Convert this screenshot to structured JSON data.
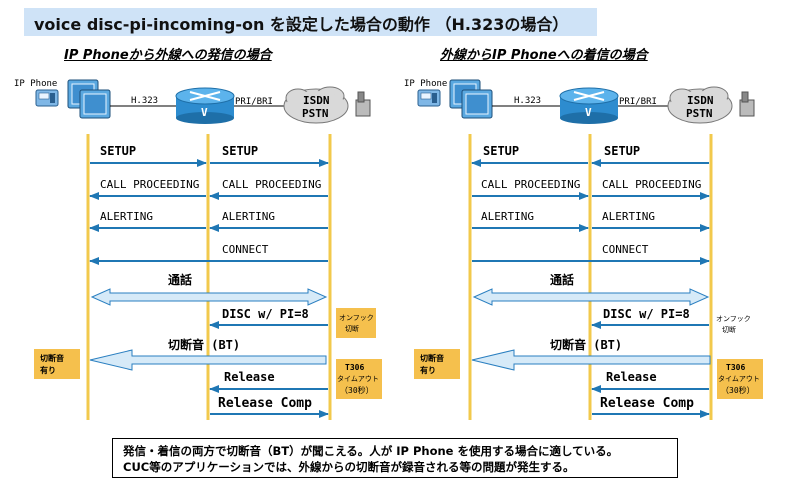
{
  "title": "voice disc-pi-incoming-on を設定した場合の動作 （H.323の場合）",
  "diagram": {
    "left_title": "IP Phoneから外線への発信の場合",
    "right_title": "外線からIP Phoneへの着信の場合",
    "ip_phone_label": "IP Phone",
    "h323_label": "H.323",
    "pri_bri_label": "PRI/BRI",
    "router_letter": "V",
    "isdn_label": "ISDN",
    "pstn_label": "PSTN",
    "messages": {
      "setup": "SETUP",
      "call_proceeding": "CALL PROCEEDING",
      "alerting": "ALERTING",
      "connect": "CONNECT",
      "talk": "通話",
      "disc": "DISC w/ PI=8",
      "bt": "切断音 (BT)",
      "release": "Release",
      "release_comp": "Release Comp"
    },
    "labels": {
      "onhook_1": "オンフック",
      "onhook_2": "切断",
      "bt_present_1": "切断音",
      "bt_present_2": "有り",
      "t306_1": "T306",
      "t306_2": "タイムアウト",
      "t306_3": "（30秒）"
    },
    "colors": {
      "lifeline": "#f2c94c",
      "arrow": "#1f77b4",
      "band": "#d6eaf8",
      "yellow_box": "#f5c04d",
      "title_bg": "#cfe3f7"
    }
  },
  "notes": {
    "line1": "発信・着信の両方で切断音（BT）が聞こえる。人が IP Phone を使用する場合に適している。",
    "line2": "CUC等のアプリケーションでは、外線からの切断音が録音される等の問題が発生する。"
  }
}
